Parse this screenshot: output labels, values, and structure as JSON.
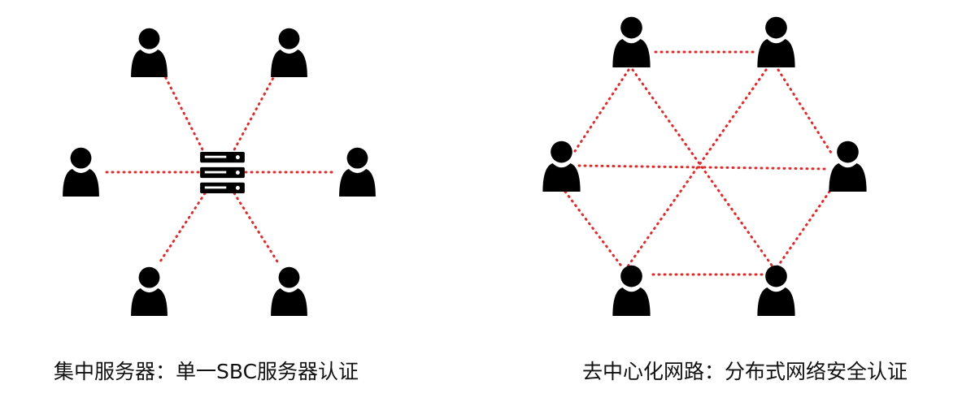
{
  "diagrams": {
    "centralized": {
      "caption": "集中服务器：单一SBC服务器认证",
      "hub_icon": "server-icon",
      "node_icon": "user-icon",
      "node_count": 6
    },
    "decentralized": {
      "caption": "去中心化网路：分布式网络安全认证",
      "node_icon": "user-icon",
      "node_count": 6
    }
  },
  "colors": {
    "link": "#dd2c2c",
    "icon": "#000000",
    "background": "#ffffff",
    "text": "#111111"
  }
}
